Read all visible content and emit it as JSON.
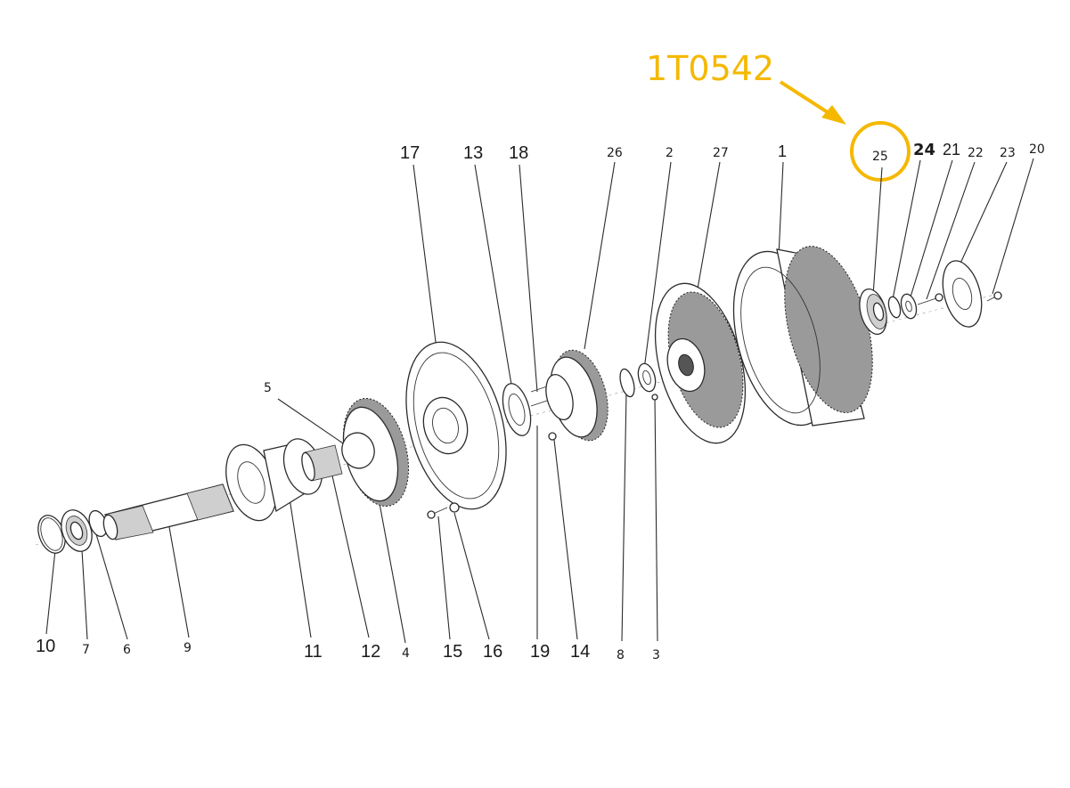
{
  "callout": {
    "part_number": "1T0542",
    "highlighted_item": "25",
    "color": "#f5b800"
  },
  "labels": {
    "top": [
      "17",
      "13",
      "18",
      "26",
      "2",
      "27",
      "1",
      "25",
      "24",
      "21",
      "22",
      "23",
      "20"
    ],
    "left": [
      "5"
    ],
    "bottom": [
      "10",
      "7",
      "6",
      "9",
      "11",
      "12",
      "4",
      "15",
      "16",
      "19",
      "14",
      "8",
      "3"
    ]
  }
}
